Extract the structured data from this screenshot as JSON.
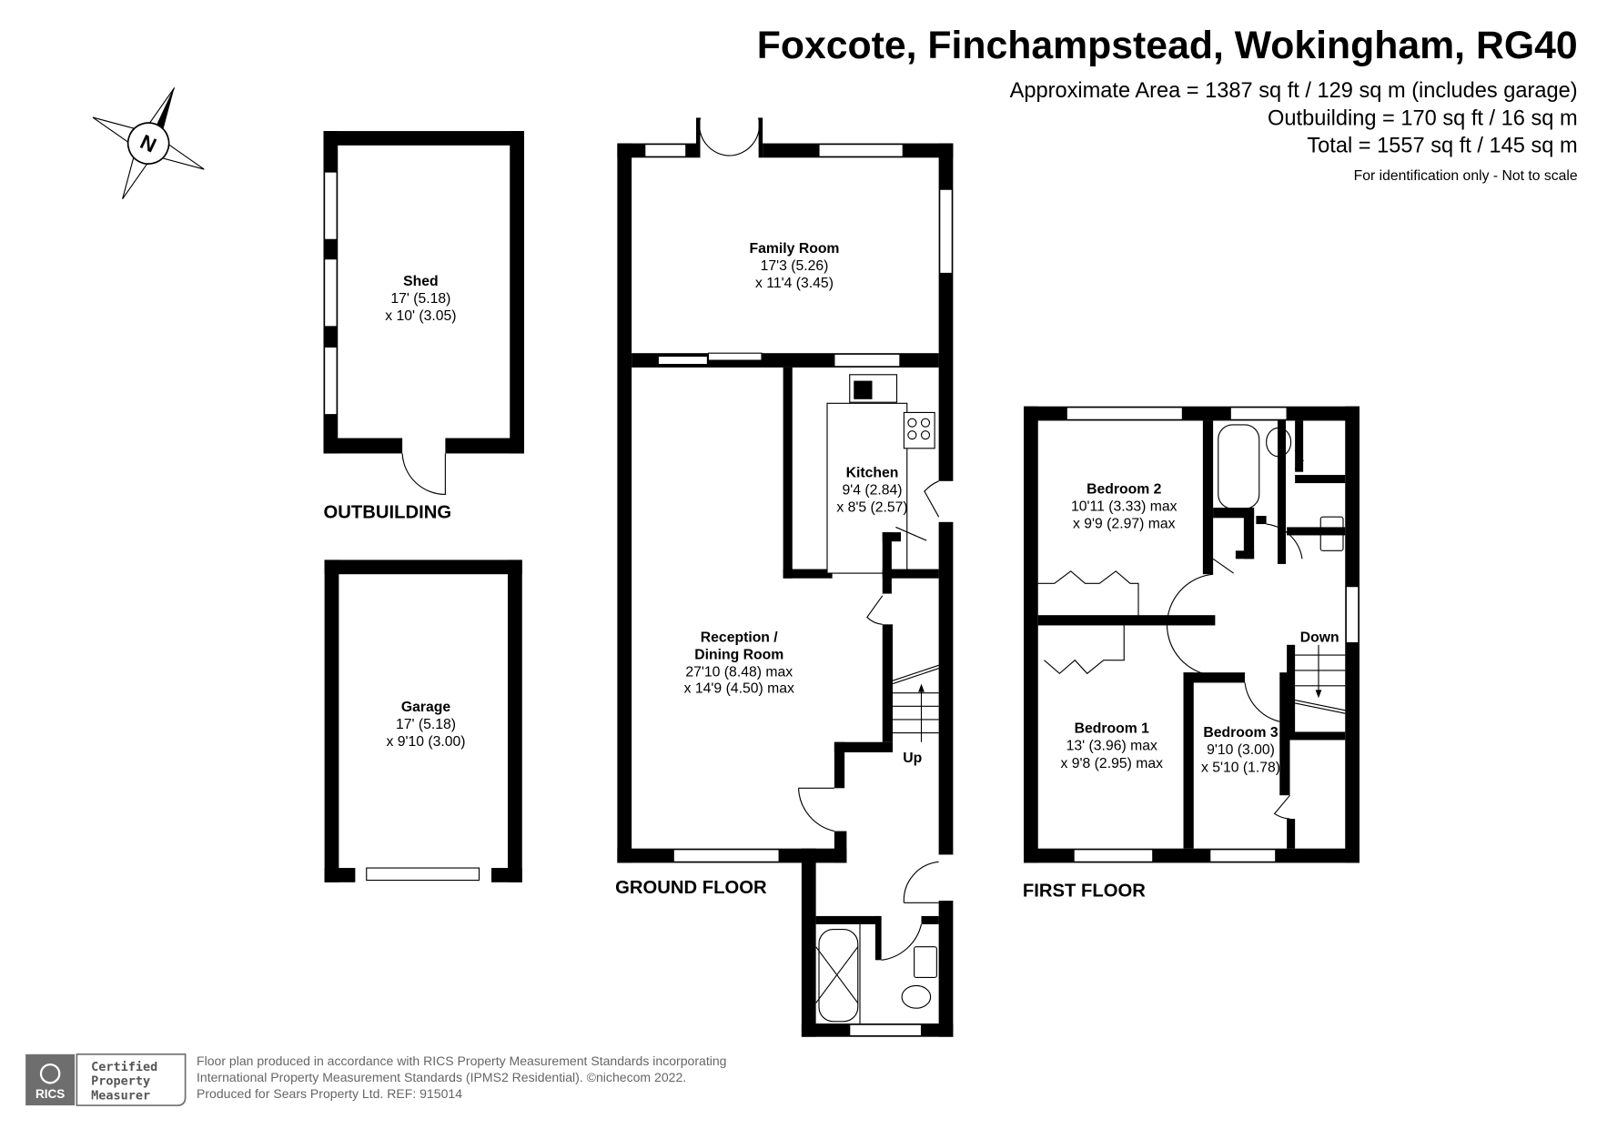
{
  "header": {
    "title": "Foxcote, Finchampstead, Wokingham, RG40",
    "area_main": "Approximate Area = 1387 sq ft / 129 sq m (includes garage)",
    "area_outbuilding": "Outbuilding = 170 sq ft / 16 sq m",
    "area_total": "Total = 1557 sq ft / 145 sq m",
    "disclaimer": "For identification only - Not to scale"
  },
  "compass": {
    "label": "N",
    "icon": "north-compass-icon"
  },
  "outbuilding": {
    "label": "OUTBUILDING",
    "shed": {
      "name": "Shed",
      "dim1": "17' (5.18)",
      "dim2": "x 10' (3.05)"
    }
  },
  "garage": {
    "name": "Garage",
    "dim1": "17' (5.18)",
    "dim2": "x 9'10 (3.00)"
  },
  "ground_floor": {
    "label": "GROUND FLOOR",
    "family_room": {
      "name": "Family Room",
      "dim1": "17'3 (5.26)",
      "dim2": "x 11'4 (3.45)"
    },
    "kitchen": {
      "name": "Kitchen",
      "dim1": "9'4 (2.84)",
      "dim2": "x 8'5 (2.57)"
    },
    "reception": {
      "name1": "Reception /",
      "name2": "Dining Room",
      "dim1": "27'10 (8.48) max",
      "dim2": "x 14'9 (4.50) max"
    },
    "stairs": "Up"
  },
  "first_floor": {
    "label": "FIRST FLOOR",
    "bedroom2": {
      "name": "Bedroom 2",
      "dim1": "10'11 (3.33) max",
      "dim2": "x 9'9 (2.97) max"
    },
    "bedroom1": {
      "name": "Bedroom 1",
      "dim1": "13' (3.96) max",
      "dim2": "x 9'8 (2.95) max"
    },
    "bedroom3": {
      "name": "Bedroom 3",
      "dim1": "9'10 (3.00)",
      "dim2": "x 5'10 (1.78)"
    },
    "stairs": "Down"
  },
  "footer": {
    "badge_org": "RICS",
    "badge_line1": "Certified",
    "badge_line2": "Property",
    "badge_line3": "Measurer",
    "line1": "Floor plan produced in accordance with RICS Property Measurement Standards incorporating",
    "line2": "International Property Measurement Standards (IPMS2 Residential).   ©nichecom 2022.",
    "line3": "Produced for Sears Property Ltd.   REF: 915014"
  }
}
